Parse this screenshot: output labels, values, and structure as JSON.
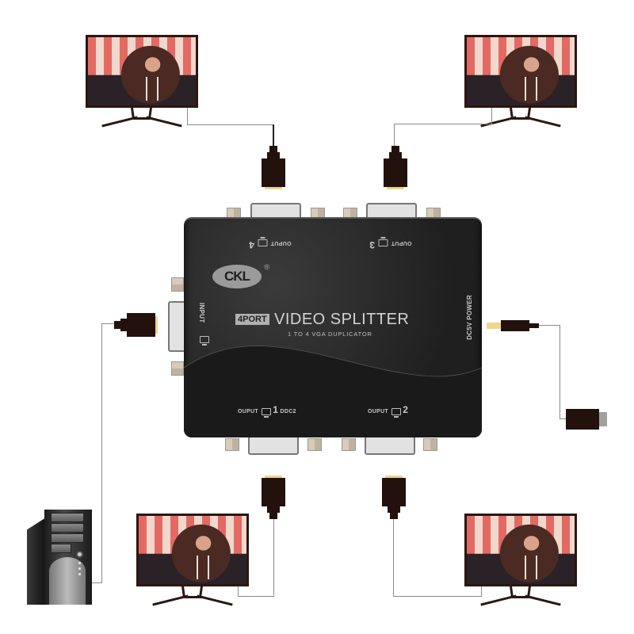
{
  "product": {
    "brand": "CKL",
    "brand_mark": "®",
    "badge": "4PORT",
    "title": "VIDEO SPLITTER",
    "subtitle": "1 TO 4 VGA DUPLICATOR"
  },
  "ports": {
    "input": "INPUT",
    "power": "DC5V  POWER",
    "output_1": {
      "label": "OUPUT",
      "number": "1",
      "extra": "DDC2"
    },
    "output_2": {
      "label": "OUPUT",
      "number": "2"
    },
    "output_3": {
      "label": "OUPUT",
      "number": "3"
    },
    "output_4": {
      "label": "OUPUT",
      "number": "4"
    }
  },
  "devices": {
    "monitors": [
      {
        "id": "monitor-top-left",
        "position": "top-left"
      },
      {
        "id": "monitor-top-right",
        "position": "top-right"
      },
      {
        "id": "monitor-bottom-left",
        "position": "bottom-left"
      },
      {
        "id": "monitor-bottom-right",
        "position": "bottom-right"
      }
    ],
    "source": "pc-tower",
    "power_adapter": "usb-power-cable"
  },
  "colors": {
    "device_body": "#222222",
    "label_text": "#c9c9c9",
    "plug": "#23110d",
    "plug_contact": "#f0d78a",
    "cable": "#8a8a8a",
    "monitor_bezel": "#2a1712"
  }
}
